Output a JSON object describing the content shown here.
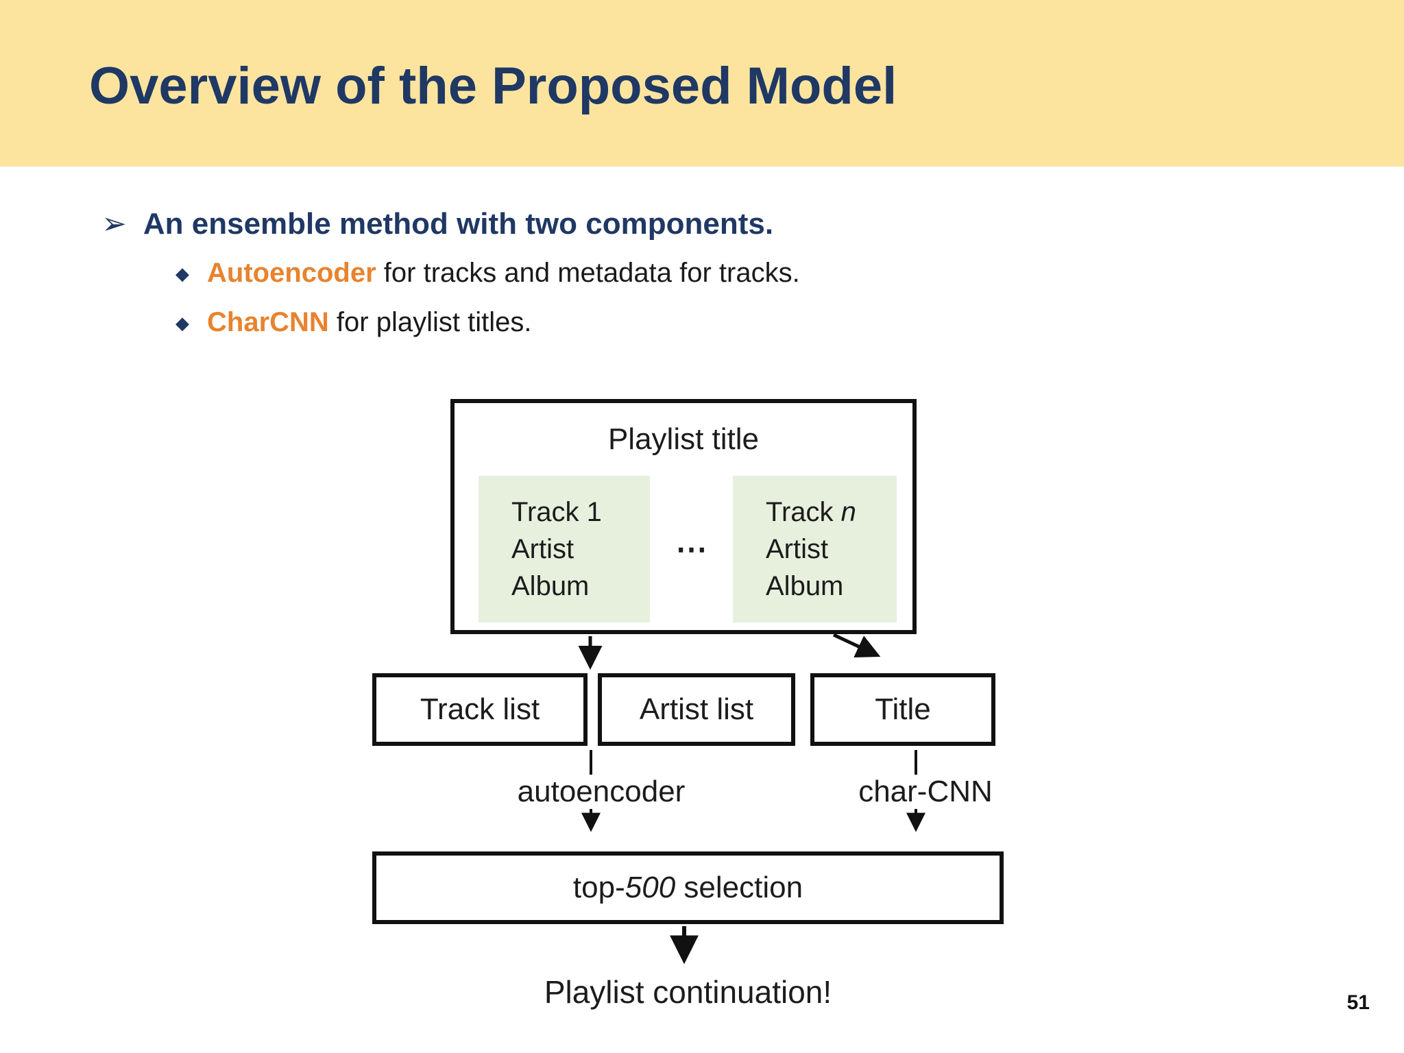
{
  "slide": {
    "title": "Overview of the Proposed Model",
    "page_number": "51",
    "colors": {
      "header_bg": "#FCE49F",
      "navy": "#1F3864",
      "orange": "#E8832E",
      "green_box_fill": "#E7F0DD",
      "line_black": "#111111"
    }
  },
  "bullets": {
    "arrow_glyph": "➢",
    "diamond_glyph": "◆",
    "main": "An ensemble method with two components.",
    "items": [
      {
        "highlight": "Autoencoder",
        "rest": " for tracks and metadata for tracks."
      },
      {
        "highlight": "CharCNN",
        "rest": " for playlist titles."
      }
    ]
  },
  "diagram": {
    "playlist_box": {
      "title": "Playlist title",
      "ellipsis": "⋯",
      "track_first": {
        "lines": [
          "Track 1",
          "Artist",
          "Album"
        ]
      },
      "track_last": {
        "title_prefix": "Track ",
        "title_italic": "n",
        "lines": [
          "Artist",
          "Album"
        ]
      }
    },
    "row_boxes": [
      {
        "label": "Track list"
      },
      {
        "label": "Artist list"
      },
      {
        "label": "Title"
      }
    ],
    "edge_labels": {
      "left": "autoencoder",
      "right": "char-CNN"
    },
    "selection_box": {
      "prefix": "top-",
      "italic": "500",
      "suffix": " selection"
    },
    "output_label": "Playlist continuation!"
  }
}
